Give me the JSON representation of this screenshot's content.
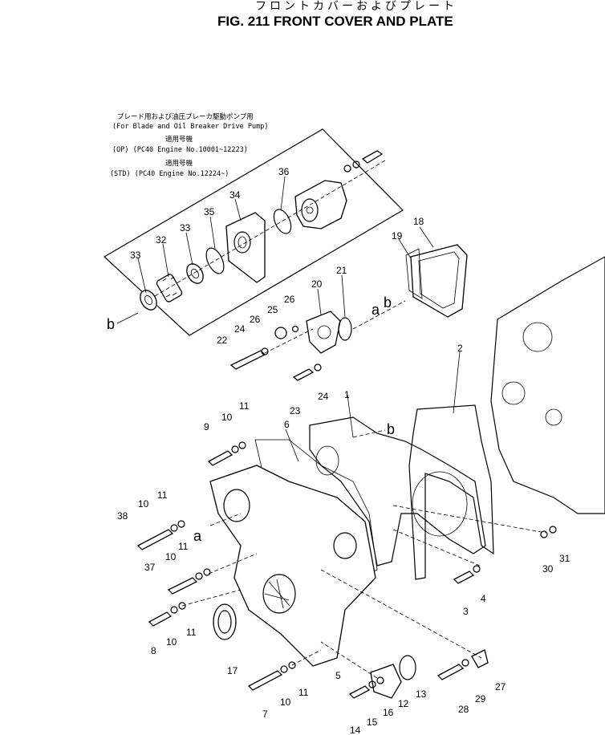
{
  "title_jp": "フロントカバーおよびプレート",
  "title_en": "FIG. 211  FRONT COVER AND PLATE",
  "note": {
    "line1": "ブレード用および油圧ブレーカ駆動ポンプ用",
    "line2": "(For Blade and Oil Breaker Drive Pump)",
    "line3": "適用号機",
    "line4": "(OP) (PC40 Engine No.10001~12223)",
    "line5": "適用号機",
    "line6": "(STD) (PC40 Engine No.12224~)"
  },
  "callouts": {
    "p1": "1",
    "p2": "2",
    "p3": "3",
    "p4": "4",
    "p5": "5",
    "p6": "6",
    "p7": "7",
    "p8": "8",
    "p9": "9",
    "p10a": "10",
    "p10b": "10",
    "p10c": "10",
    "p10d": "10",
    "p10e": "10",
    "p11a": "11",
    "p11b": "11",
    "p11c": "11",
    "p11d": "11",
    "p11e": "11",
    "p12": "12",
    "p13": "13",
    "p14": "14",
    "p15": "15",
    "p16": "16",
    "p17": "17",
    "p18": "18",
    "p19": "19",
    "p20": "20",
    "p21": "21",
    "p22": "22",
    "p23": "23",
    "p24a": "24",
    "p24b": "24",
    "p25": "25",
    "p26a": "26",
    "p26b": "26",
    "p27": "27",
    "p28": "28",
    "p29": "29",
    "p30": "30",
    "p31": "31",
    "p32": "32",
    "p33a": "33",
    "p33b": "33",
    "p34": "34",
    "p35": "35",
    "p36": "36",
    "p37": "37",
    "p38": "38"
  },
  "refs": {
    "a1": "a",
    "a2": "a",
    "b1": "b",
    "b2": "b",
    "b3": "b"
  }
}
